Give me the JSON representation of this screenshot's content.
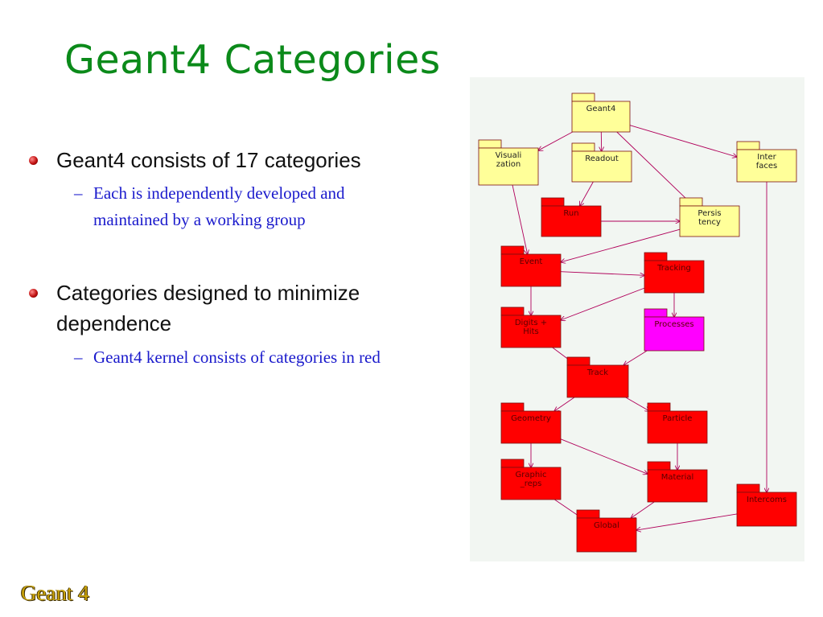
{
  "slide": {
    "title": "Geant4 Categories",
    "footer": "Geant 4"
  },
  "bullets": [
    {
      "text": "Geant4 consists of 17 categories",
      "sub": [
        "Each is independently developed and",
        "maintained by a working group"
      ]
    },
    {
      "text": [
        "Categories designed to minimize",
        "dependence"
      ],
      "sub": [
        "Geant4 kernel consists of categories in red"
      ]
    }
  ],
  "diagram": {
    "colors": {
      "kernel": "#ff0000",
      "other": "#ffff99",
      "highlight": "#ff00ff",
      "line": "#b0005a",
      "text_kernel": "#5a0000",
      "text_other": "#222222"
    },
    "packages": [
      {
        "id": "geant4",
        "lines": [
          "Geant4"
        ],
        "kind": "other"
      },
      {
        "id": "visualization",
        "lines": [
          "Visuali",
          "zation"
        ],
        "kind": "other"
      },
      {
        "id": "readout",
        "lines": [
          "Readout"
        ],
        "kind": "other"
      },
      {
        "id": "interfaces",
        "lines": [
          "Inter",
          "faces"
        ],
        "kind": "other"
      },
      {
        "id": "run",
        "lines": [
          "Run"
        ],
        "kind": "kernel"
      },
      {
        "id": "persistency",
        "lines": [
          "Persis",
          "tency"
        ],
        "kind": "other"
      },
      {
        "id": "event",
        "lines": [
          "Event"
        ],
        "kind": "kernel"
      },
      {
        "id": "tracking",
        "lines": [
          "Tracking"
        ],
        "kind": "kernel"
      },
      {
        "id": "digits-hits",
        "lines": [
          "Digits +",
          "Hits"
        ],
        "kind": "kernel"
      },
      {
        "id": "processes",
        "lines": [
          "Processes"
        ],
        "kind": "highlight"
      },
      {
        "id": "track",
        "lines": [
          "Track"
        ],
        "kind": "kernel"
      },
      {
        "id": "geometry",
        "lines": [
          "Geometry"
        ],
        "kind": "kernel"
      },
      {
        "id": "particle",
        "lines": [
          "Particle"
        ],
        "kind": "kernel"
      },
      {
        "id": "graphic-reps",
        "lines": [
          "Graphic",
          "_reps"
        ],
        "kind": "kernel"
      },
      {
        "id": "material",
        "lines": [
          "Material"
        ],
        "kind": "kernel"
      },
      {
        "id": "intercoms",
        "lines": [
          "Intercoms"
        ],
        "kind": "kernel"
      },
      {
        "id": "global",
        "lines": [
          "Global"
        ],
        "kind": "kernel"
      }
    ],
    "dependencies": [
      [
        "geant4",
        "visualization"
      ],
      [
        "geant4",
        "readout"
      ],
      [
        "geant4",
        "interfaces"
      ],
      [
        "geant4",
        "persistency"
      ],
      [
        "visualization",
        "event"
      ],
      [
        "readout",
        "run"
      ],
      [
        "run",
        "persistency"
      ],
      [
        "persistency",
        "event"
      ],
      [
        "event",
        "tracking"
      ],
      [
        "event",
        "digits-hits"
      ],
      [
        "tracking",
        "processes"
      ],
      [
        "tracking",
        "digits-hits"
      ],
      [
        "digits-hits",
        "track"
      ],
      [
        "processes",
        "track"
      ],
      [
        "track",
        "geometry"
      ],
      [
        "track",
        "particle"
      ],
      [
        "geometry",
        "graphic-reps"
      ],
      [
        "geometry",
        "material"
      ],
      [
        "particle",
        "material"
      ],
      [
        "graphic-reps",
        "global"
      ],
      [
        "material",
        "global"
      ],
      [
        "interfaces",
        "intercoms"
      ],
      [
        "intercoms",
        "global"
      ]
    ]
  }
}
